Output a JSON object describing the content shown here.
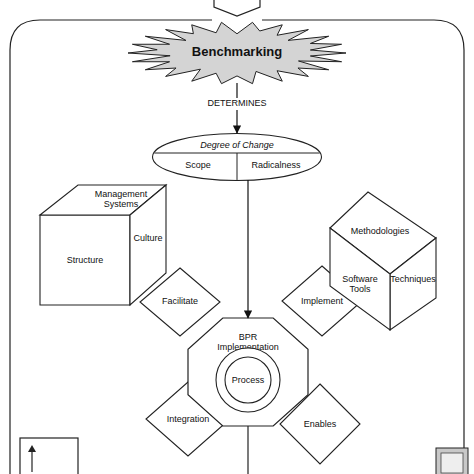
{
  "diagram": {
    "nodes": [
      {
        "text": [
          "Benchmarking"
        ]
      },
      {
        "text": [
          "Degree of Change",
          "Scope",
          "Radicalness"
        ]
      },
      {
        "text": [
          "Management Systems",
          "Culture",
          "Structure"
        ]
      },
      {
        "text": [
          "Methodologies",
          "Techniques",
          "Software Tools"
        ]
      },
      {
        "text": [
          "Facilitate"
        ]
      },
      {
        "text": [
          "Implement"
        ]
      },
      {
        "text": [
          "BPR Implementation"
        ]
      },
      {
        "text": [
          "Process"
        ],
        "in": 6
      },
      {
        "text": [
          "Integration"
        ]
      },
      {
        "text": [
          "Enables"
        ]
      }
    ],
    "edges": [
      {
        "from": 0,
        "to": 1,
        "label": "DETERMINES",
        "arrow": "to"
      },
      {
        "from": 1,
        "to": 6,
        "arrow": "to"
      }
    ]
  }
}
